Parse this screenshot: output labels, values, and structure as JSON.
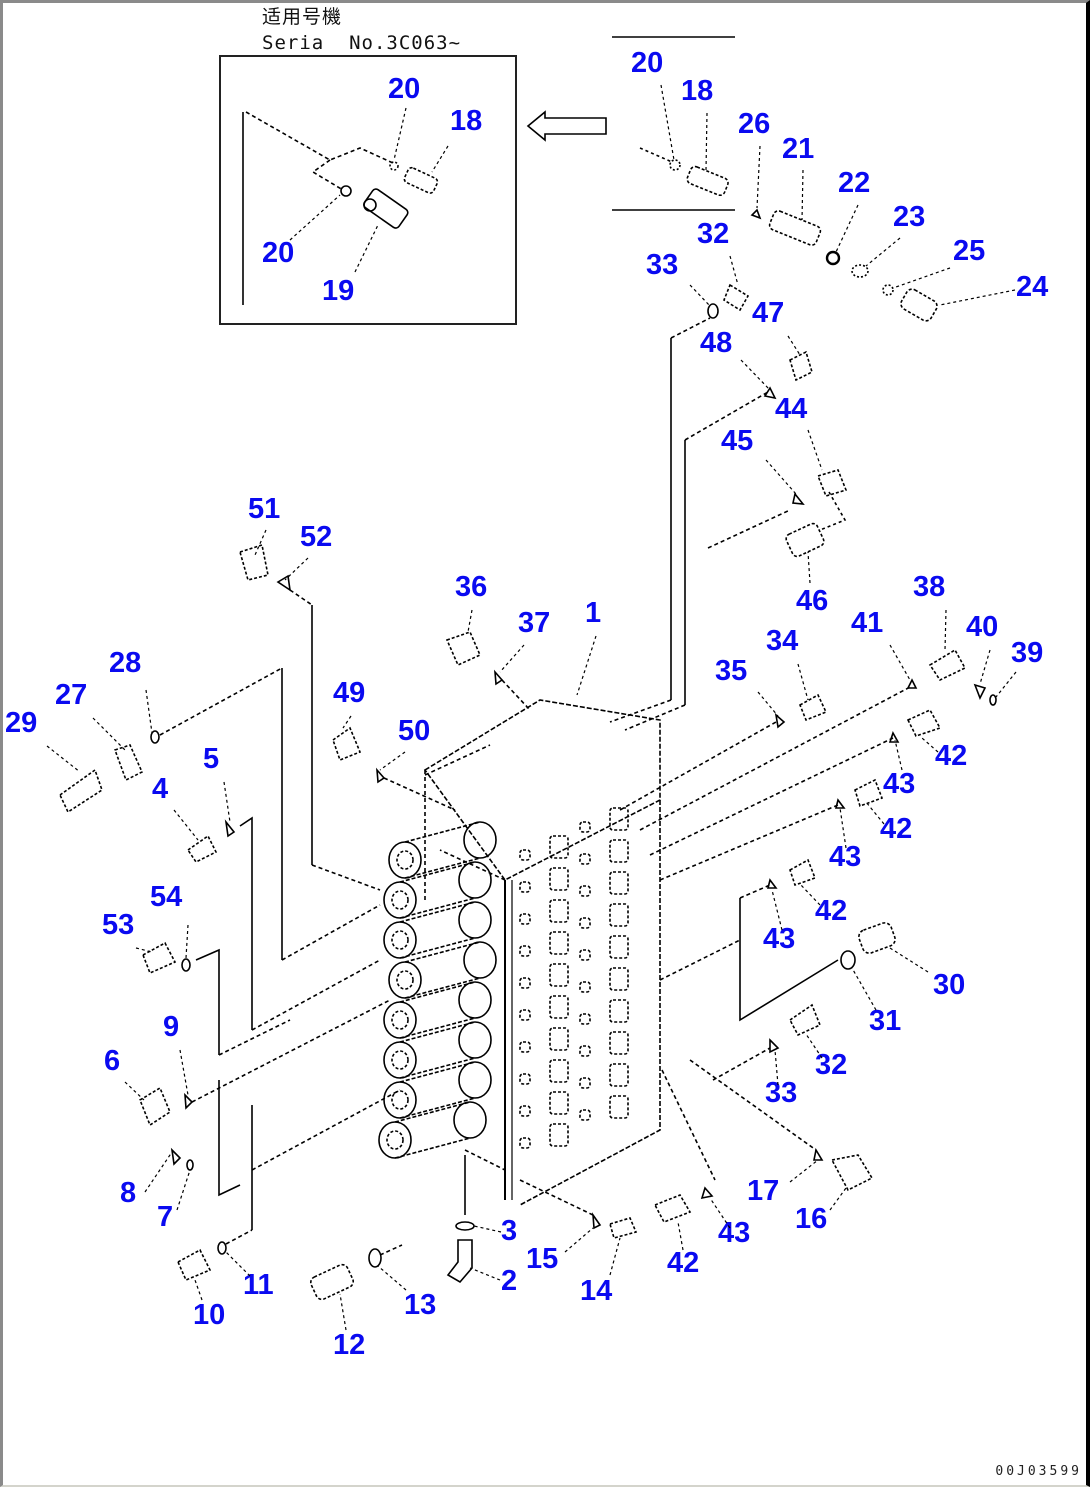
{
  "diagram": {
    "title": "Control valve parts breakdown",
    "applicability": {
      "heading": "适用号機",
      "serial_text": "Seria  No.3C063~"
    },
    "inset_labels": [
      "20",
      "18",
      "20",
      "19"
    ],
    "part_labels": [
      "20",
      "18",
      "26",
      "21",
      "22",
      "23",
      "25",
      "24",
      "32",
      "33",
      "47",
      "48",
      "44",
      "45",
      "46",
      "51",
      "52",
      "36",
      "37",
      "1",
      "35",
      "34",
      "41",
      "38",
      "40",
      "39",
      "42",
      "43",
      "42",
      "43",
      "42",
      "43",
      "30",
      "31",
      "32",
      "33",
      "28",
      "27",
      "29",
      "49",
      "50",
      "5",
      "4",
      "54",
      "53",
      "9",
      "6",
      "8",
      "7",
      "11",
      "10",
      "12",
      "13",
      "3",
      "2",
      "15",
      "14",
      "42",
      "43",
      "17",
      "16"
    ],
    "drawing_code": "00J03599",
    "colors": {
      "label": "#0a0af0",
      "line": "#000000",
      "background": "#ffffff"
    }
  }
}
